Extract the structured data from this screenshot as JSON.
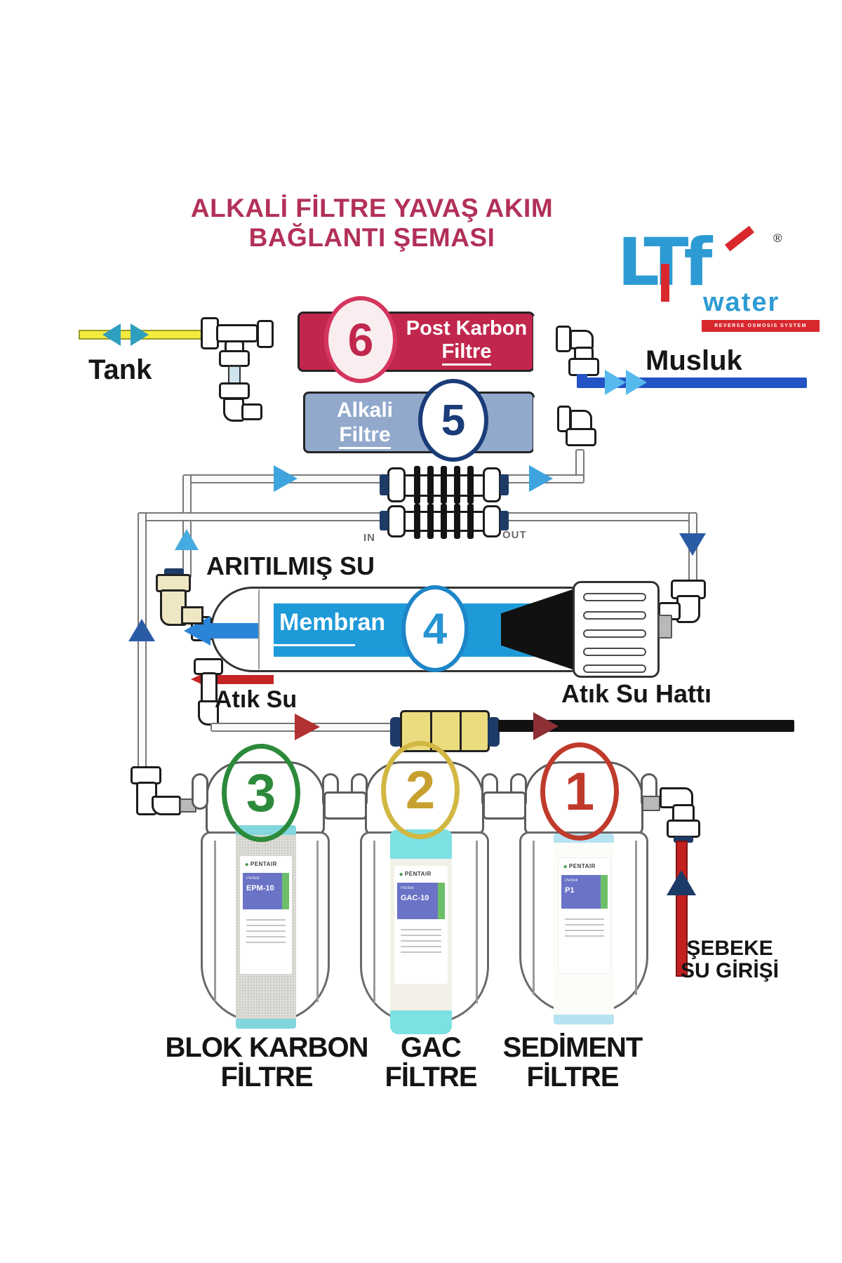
{
  "title": {
    "line1": "ALKALİ FİLTRE YAVAŞ AKIM",
    "line2": "BAĞLANTI ŞEMASI"
  },
  "logo": {
    "name": "LTf",
    "water": "water",
    "tagline": "REVERSE OSMOSIS SYSTEM",
    "registered": "®"
  },
  "icons": {
    "pentair_diamond": "◆"
  },
  "flow_labels": {
    "tank": "Tank",
    "musluk": "Musluk",
    "aritilmis_su": "ARITILMIŞ SU",
    "atik_su": "Atık Su",
    "atik_su_hatti": "Atık Su Hattı",
    "sebeke_line1": "ŞEBEKE",
    "sebeke_line2": "SU GİRİŞİ",
    "coupling_in": "IN",
    "coupling_out": "OUT"
  },
  "stages": {
    "stage6": {
      "number": "6",
      "title": "Post Karbon",
      "subtitle": "Filtre"
    },
    "stage5": {
      "number": "5",
      "title": "Alkali",
      "subtitle": "Filtre"
    },
    "stage4": {
      "number": "4",
      "title": "Membran"
    },
    "stage3": {
      "number": "3",
      "label1": "BLOK KARBON",
      "label2": "FİLTRE",
      "cartridge_brand": "PENTAIR",
      "cartridge_model": "EPM-10"
    },
    "stage2": {
      "number": "2",
      "label1": "GAC",
      "label2": "FİLTRE",
      "cartridge_brand": "PENTAIR",
      "cartridge_model": "GAC-10"
    },
    "stage1": {
      "number": "1",
      "label1": "SEDİMENT",
      "label2": "FİLTRE",
      "cartridge_brand": "PENTAIR",
      "cartridge_model": "P1"
    }
  },
  "colors": {
    "title": "#b23058",
    "post_karbon_body": "#c1274c",
    "alkali_body": "#92a9cc",
    "membran_band": "#1e9ad8",
    "stage3_ring": "#2c8a3b",
    "stage2_ring": "#d2b843",
    "stage1_ring": "#c03a2b",
    "tank_pipe": "#f3ea3d",
    "musluk_pipe": "#2353c4",
    "waste_arrow": "#b23131",
    "logo_blue": "#2d9bd3",
    "logo_red": "#d8282e"
  }
}
